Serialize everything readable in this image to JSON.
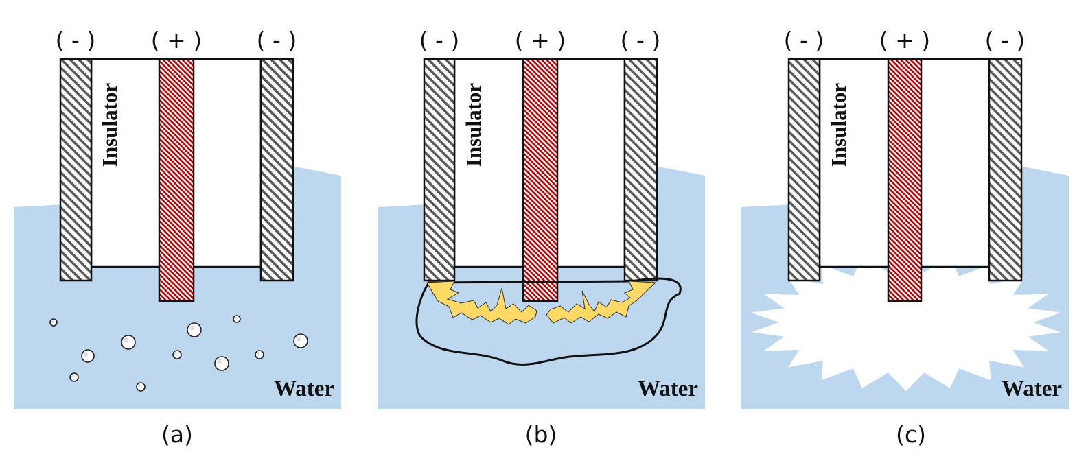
{
  "colors": {
    "water": "#bdd7ee",
    "positive_electrode": "#c00000",
    "negative_electrode": "#595959",
    "arc_discharge": "#ffd966",
    "outline": "#111111"
  },
  "panels": [
    {
      "caption": "(a)",
      "labels": {
        "neg_left": "( - )",
        "pos": "( + )",
        "neg_right": "( - )",
        "insulator": "Insulator",
        "water": "Water"
      },
      "effect": "bubbles"
    },
    {
      "caption": "(b)",
      "labels": {
        "neg_left": "( - )",
        "pos": "( + )",
        "neg_right": "( - )",
        "insulator": "Insulator",
        "water": "Water"
      },
      "effect": "arc-discharge"
    },
    {
      "caption": "(c)",
      "labels": {
        "neg_left": "( - )",
        "pos": "( + )",
        "neg_right": "( - )",
        "insulator": "Insulator",
        "water": "Water"
      },
      "effect": "shockwave"
    }
  ]
}
